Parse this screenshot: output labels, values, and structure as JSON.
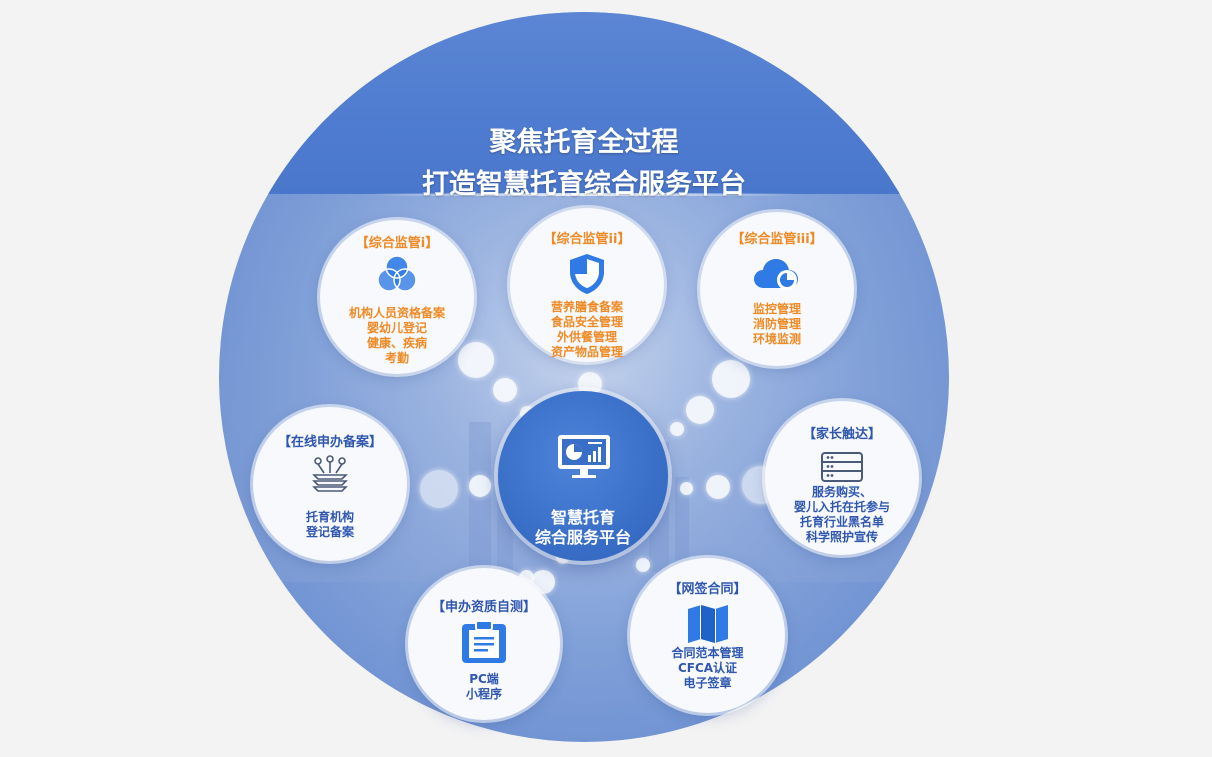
{
  "title": {
    "line1": "聚焦托育全过程",
    "line2": "打造智慧托育综合服务平台"
  },
  "center": {
    "line1": "智慧托育",
    "line2": "综合服务平台",
    "icon": "monitor-chart-icon"
  },
  "nodes": {
    "supervision1": {
      "title": "【综合监管i】",
      "icon": "venn-circles-icon",
      "lines": [
        "机构人员资格备案",
        "婴幼儿登记",
        "健康、疾病",
        "考勤"
      ]
    },
    "supervision2": {
      "title": "【综合监管ii】",
      "icon": "shield-icon",
      "lines": [
        "营养膳食备案",
        "食品安全管理",
        "外供餐管理",
        "资产物品管理"
      ]
    },
    "supervision3": {
      "title": "【综合监管iii】",
      "icon": "cloud-chart-icon",
      "lines": [
        "监控管理",
        "消防管理",
        "环境监测"
      ]
    },
    "online_filing": {
      "title": "【在线申办备案】",
      "icon": "stack-network-icon",
      "lines": [
        "托育机构",
        "登记备案"
      ]
    },
    "parent_reach": {
      "title": "【家长触达】",
      "icon": "server-icon",
      "lines": [
        "服务购买、",
        "婴儿入托在托参与",
        "托育行业黑名单",
        "科学照护宣传"
      ]
    },
    "self_test": {
      "title": "【申办资质自测】",
      "icon": "clipboard-icon",
      "lines": [
        "PC端",
        "小程序"
      ]
    },
    "e_contract": {
      "title": "【网签合同】",
      "icon": "map-fold-icon",
      "lines": [
        "合同范本管理",
        "CFCA认证",
        "电子签章"
      ]
    }
  },
  "colors": {
    "accent_orange": "#f08a24",
    "accent_blue": "#2f57b0",
    "icon_blue": "#2f7ae5",
    "center_blue": "#3a6fc8"
  }
}
